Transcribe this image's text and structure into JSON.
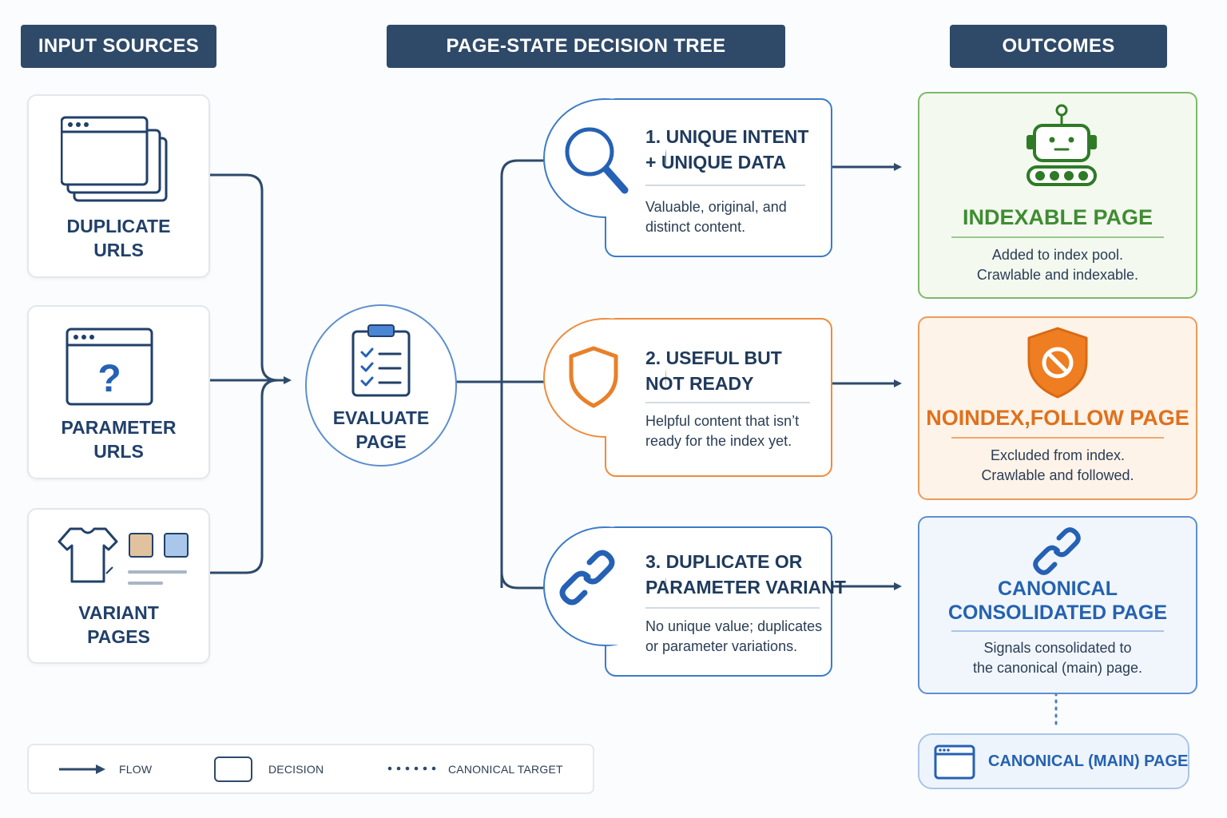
{
  "headers": {
    "inputs": "INPUT SOURCES",
    "tree": "PAGE-STATE DECISION TREE",
    "outcomes": "OUTCOMES"
  },
  "inputs": [
    {
      "label_line1": "DUPLICATE",
      "label_line2": "URLS",
      "icon": "stacked-windows-icon"
    },
    {
      "label_line1": "PARAMETER",
      "label_line2": "URLS",
      "icon": "question-window-icon"
    },
    {
      "label_line1": "VARIANT",
      "label_line2": "PAGES",
      "icon": "tshirt-swatches-icon"
    }
  ],
  "evaluate": {
    "line1": "EVALUATE",
    "line2": "PAGE",
    "icon": "clipboard-checklist-icon"
  },
  "decisions": [
    {
      "title_line1": "1. UNIQUE INTENT",
      "title_line2": "+ UNIQUE DATA",
      "text_line1": "Valuable, original, and",
      "text_line2": "distinct content.",
      "icon": "magnifier-icon",
      "color": "#2f6fbf"
    },
    {
      "title_line1": "2. USEFUL BUT",
      "title_line2": "NOT READY",
      "text_line1": "Helpful content that isn’t",
      "text_line2": "ready for the index yet.",
      "icon": "shield-icon",
      "color": "#e8832a"
    },
    {
      "title_line1": "3. DUPLICATE OR",
      "title_line2": "PARAMETER VARIANT",
      "text_line1": "No unique value; duplicates",
      "text_line2": "or parameter variations.",
      "icon": "chain-link-icon",
      "color": "#2f6fbf"
    }
  ],
  "outcomes": [
    {
      "title_line1": "INDEXABLE PAGE",
      "title_line2": "",
      "text_line1": "Added to index pool.",
      "text_line2": "Crawlable and indexable.",
      "icon": "robot-icon",
      "color": "#3f8c32",
      "bg": "#f3f9ef",
      "border": "#7cb96a"
    },
    {
      "title_line1": "NOINDEX,FOLLOW PAGE",
      "title_line2": "",
      "text_line1": "Excluded from index.",
      "text_line2": "Crawlable and followed.",
      "icon": "blocked-shield-icon",
      "color": "#e0701c",
      "bg": "#fdf3e8",
      "border": "#ee9a58"
    },
    {
      "title_line1": "CANONICAL",
      "title_line2": "CONSOLIDATED PAGE",
      "text_line1": "Signals consolidated to",
      "text_line2": "the canonical (main) page.",
      "icon": "chain-link-icon",
      "color": "#2462b0",
      "bg": "#f1f6fc",
      "border": "#5d8fcf"
    }
  ],
  "canonical_main": {
    "label": "CANONICAL (MAIN) PAGE",
    "icon": "browser-window-icon"
  },
  "legend": {
    "flow": "FLOW",
    "decision": "DECISION",
    "canonical_target": "CANONICAL TARGET"
  }
}
